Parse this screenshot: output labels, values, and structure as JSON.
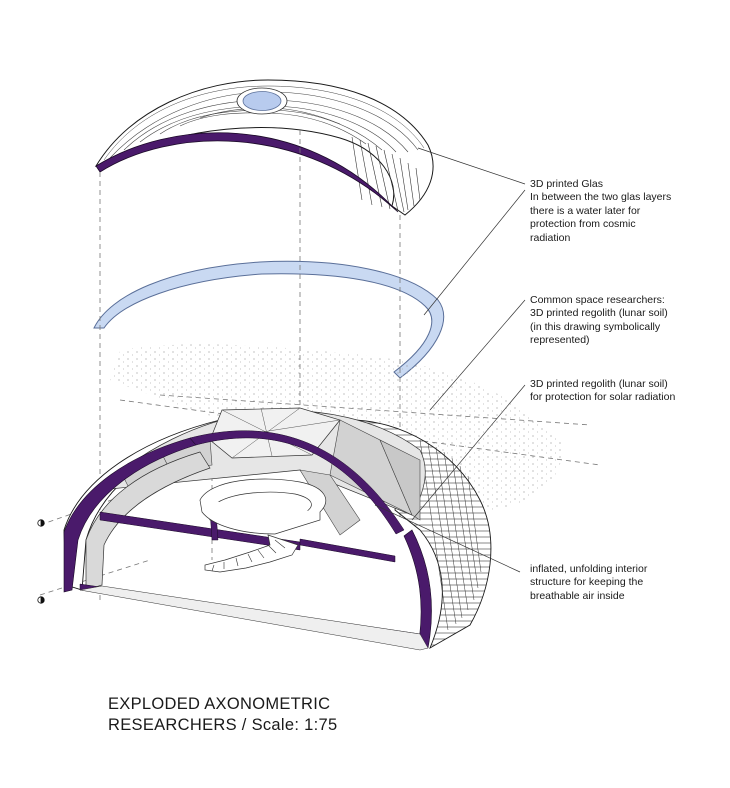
{
  "labels": {
    "glass": "3D printed Glas\nIn between the two glas layers\nthere is a water later for\nprotection from cosmic\nradiation",
    "common_space": "Common space researchers:\n3D printed regolith (lunar soil)\n(in this drawing symbolically\nrepresented)",
    "regolith": "3D printed regolith (lunar soil)\nfor protection for solar radiation",
    "interior": "inflated, unfolding interior\nstructure for keeping the\nbreathable air inside"
  },
  "title": {
    "line1": "EXPLODED AXONOMETRIC",
    "line2": "RESEARCHERS / Scale: 1:75"
  },
  "colors": {
    "wall_purple": "#4a1a6b",
    "glass_blue": "#c9d9f2",
    "glass_stroke": "#5a6f99",
    "line": "#222222",
    "dashed": "#777777",
    "panel_grey": "#d9d9d9"
  }
}
